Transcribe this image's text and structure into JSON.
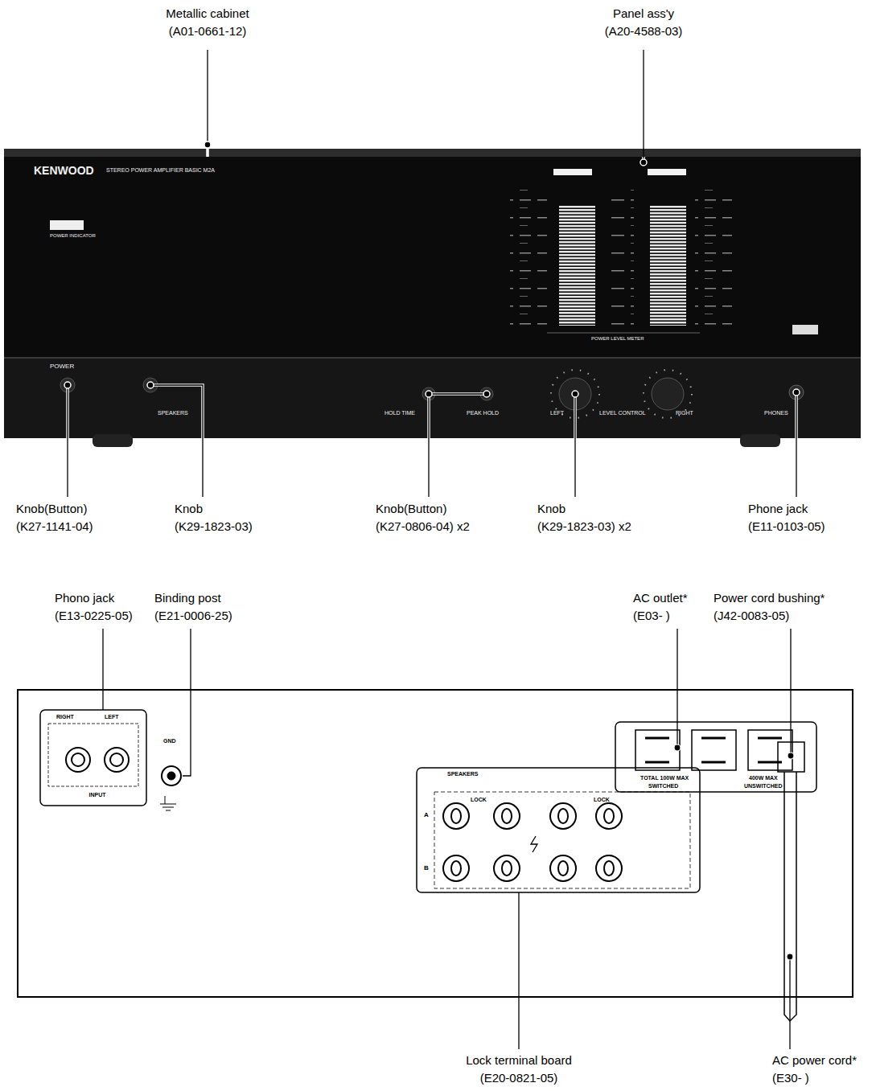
{
  "diagram": {
    "labels": [
      "Metallic cabinet",
      "(A01-0661-12)",
      "Panel ass'y",
      "(A20-4588-03)",
      "Knob(Button)",
      "(K27-1141-04)",
      "Knob",
      "(K29-1823-03)",
      "Knob(Button)",
      "(K27-0806-04) x2",
      "Knob",
      "(K29-1823-03) x2",
      "Phone jack",
      "(E11-0103-05)",
      "Phono jack",
      "(E13-0225-05)",
      "Binding post",
      "(E21-0006-25)",
      "AC outlet*",
      "(E03- )",
      "Power cord bushing*",
      "(J42-0083-05)",
      "Lock terminal board",
      "(E20-0821-05)",
      "AC power cord*",
      "(E30- )",
      "KENWOOD",
      "STEREO POWER AMPLIFIER  BASIC M2A",
      "POWER INDICATOR",
      "POWER",
      "SPEAKERS",
      "HOLD TIME",
      "PEAK HOLD",
      "LEFT",
      "LEVEL CONTROL",
      "RIGHT",
      "PHONES",
      "POWER LEVEL METER",
      "RIGHT",
      "LEFT",
      "INPUT",
      "GND",
      "SPEAKERS",
      "LOCK",
      "LOCK",
      "A",
      "B",
      "TOTAL 100W MAX",
      "SWITCHED",
      "400W MAX",
      "UNSWITCHED"
    ]
  }
}
